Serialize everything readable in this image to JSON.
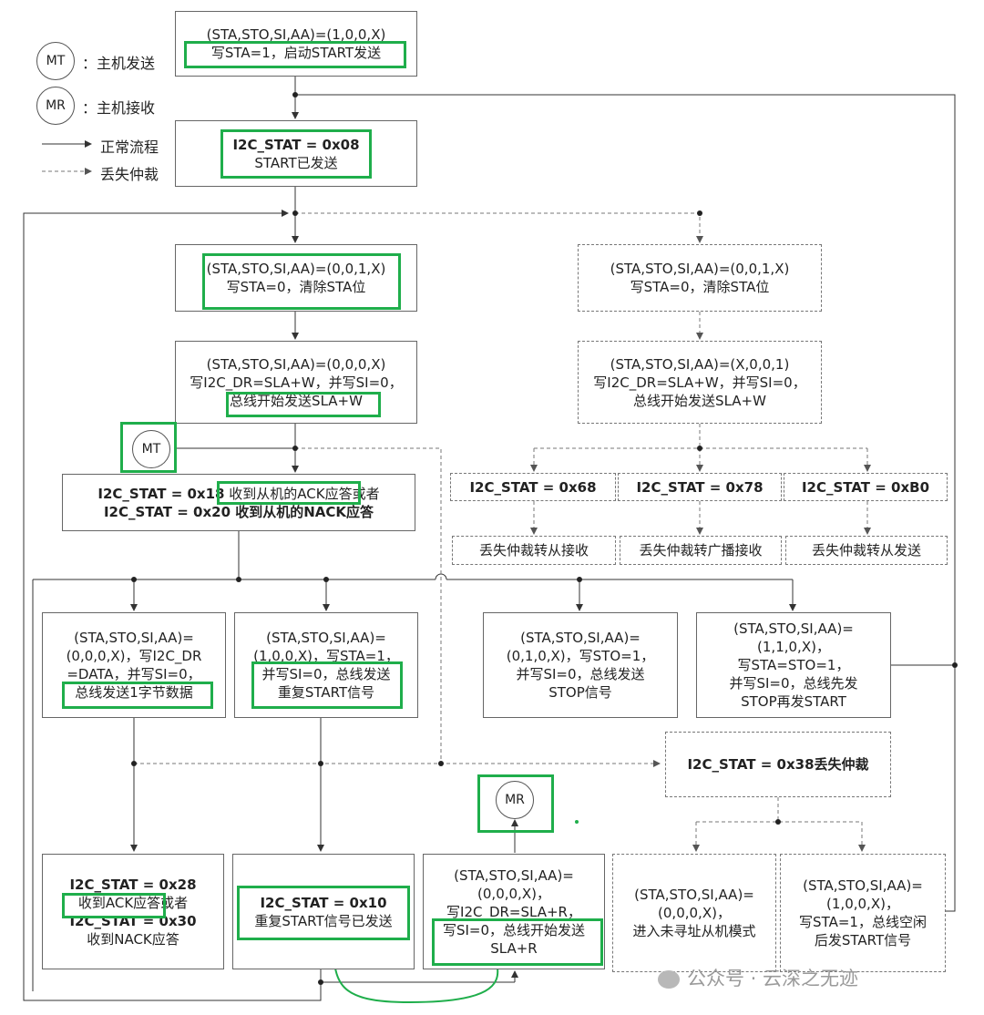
{
  "legend": {
    "mt_circle": "MT",
    "mt_label": "：主机发送",
    "mr_circle": "MR",
    "mr_label": "：主机接收",
    "solid_label": "正常流程",
    "dashed_label": "丢失仲裁"
  },
  "nodes": {
    "start": [
      "(STA,STO,SI,AA)=(1,0,0,X)",
      "写STA=1，启动START发送"
    ],
    "stat08": [
      "I2C_STAT = 0x08",
      "START已发送"
    ],
    "clear_sta": [
      "(STA,STO,SI,AA)=(0,0,1,X)",
      "写STA=0，清除STA位"
    ],
    "send_slaw": [
      "(STA,STO,SI,AA)=(0,0,0,X)",
      "写I2C_DR=SLA+W，并写SI=0，",
      "总线开始发送SLA+W"
    ],
    "mt_circle": "MT",
    "stat18_pre": "I2C_STAT = 0x18",
    "stat18_ack": "收到从机的ACK应答",
    "stat18_or": "或者",
    "stat20": "I2C_STAT = 0x20 收到从机的NACK应答",
    "clear_sta_r": [
      "(STA,STO,SI,AA)=(0,0,1,X)",
      "写STA=0，清除STA位"
    ],
    "send_slaw_r": [
      "(STA,STO,SI,AA)=(X,0,0,1)",
      "写I2C_DR=SLA+W，并写SI=0，",
      "总线开始发送SLA+W"
    ],
    "stat68": "I2C_STAT = 0x68",
    "stat78": "I2C_STAT = 0x78",
    "statB0": "I2C_STAT = 0xB0",
    "lost_rx": "丢失仲裁转从接收",
    "lost_bc": "丢失仲裁转广播接收",
    "lost_tx": "丢失仲裁转从发送",
    "data": [
      "(STA,STO,SI,AA)=",
      "(0,0,0,X)，写I2C_DR",
      "=DATA，并写SI=0，",
      "总线发送1字节数据"
    ],
    "restart": [
      "(STA,STO,SI,AA)=",
      "(1,0,0,X)，写STA=1，",
      "并写SI=0，总线发送",
      "重复START信号"
    ],
    "stop": [
      "(STA,STO,SI,AA)=",
      "(0,1,0,X)，写STO=1，",
      "并写SI=0，总线发送",
      "STOP信号"
    ],
    "stop_start": [
      "(STA,STO,SI,AA)=",
      "(1,1,0,X)，",
      "写STA=STO=1，",
      "并写SI=0，总线先发",
      "STOP再发START"
    ],
    "stat38": "I2C_STAT = 0x38丢失仲裁",
    "mr_circle": "MR",
    "stat28": [
      "I2C_STAT = 0x28",
      "收到ACK应答或者",
      "I2C_STAT = 0x30",
      "收到NACK应答"
    ],
    "stat10": [
      "I2C_STAT = 0x10",
      "重复START信号已发送"
    ],
    "send_slar": [
      "(STA,STO,SI,AA)=",
      "(0,0,0,X)，",
      "写I2C_DR=SLA+R，",
      "写SI=0，总线开始发送",
      "SLA+R"
    ],
    "slave_mode": [
      "(STA,STO,SI,AA)=",
      "(0,0,0,X)，",
      "进入未寻址从机模式"
    ],
    "idle_start": [
      "(STA,STO,SI,AA)=",
      "(1,0,0,X)，",
      "写STA=1，总线空闲",
      "后发START信号"
    ]
  },
  "watermark": "公众号 · 云深之无迹",
  "colors": {
    "highlight": "#1fae4b",
    "line": "#333333",
    "dashed": "#777777"
  }
}
